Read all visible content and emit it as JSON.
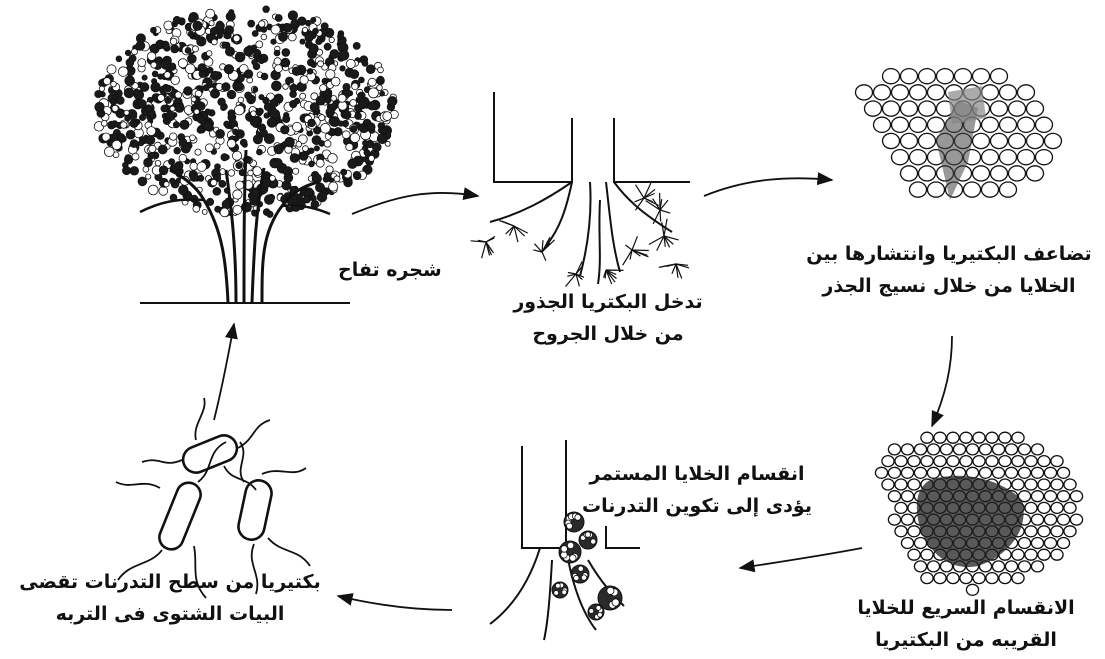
{
  "labels": {
    "apple_tree": "شجره تفاح",
    "root_entry": {
      "line1": "تدخل البكتريا الجذور",
      "line2": "من خلال الجروح"
    },
    "bacteria_spread": {
      "line1": "تضاعف البكتيريا وانتشارها بين",
      "line2": "الخلايا من خلال نسيج الجذر"
    },
    "rapid_division": {
      "line1": "الانقسام السريع للخلايا",
      "line2": "القريبه من البكتيريا"
    },
    "gall_formation": {
      "line1": "انقسام الخلايا المستمر",
      "line2": "يؤدى إلى تكوين التدرنات"
    },
    "overwintering": {
      "line1": "بكتيريا من سطح التدرنات تقضى",
      "line2": "البيات الشتوى فى التربه"
    }
  },
  "colors": {
    "ink": "#111111",
    "paper": "#ffffff"
  }
}
